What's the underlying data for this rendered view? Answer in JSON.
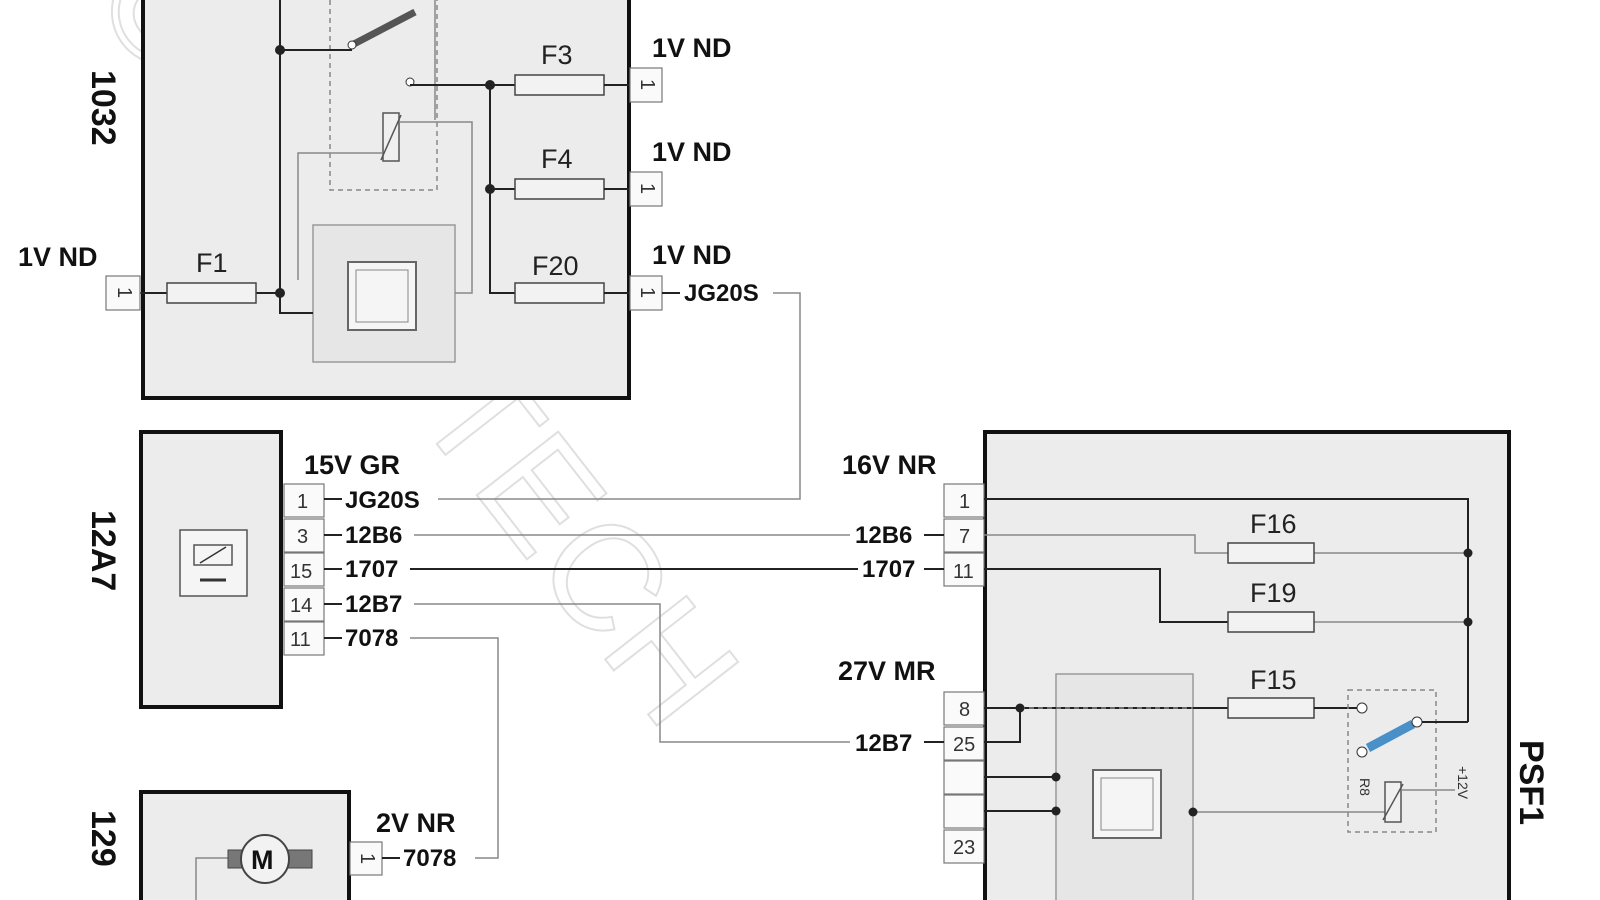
{
  "modules": {
    "m1032": "1032",
    "m12A7": "12A7",
    "m129": "129",
    "psf1": "PSF1"
  },
  "connectors": {
    "c1v_left": "1V ND",
    "c1v_f3": "1V ND",
    "c1v_f4": "1V ND",
    "c1v_f20": "1V ND",
    "c15v": "15V GR",
    "c16v": "16V NR",
    "c27v": "27V MR",
    "c2v": "2V NR"
  },
  "fuses": {
    "f1": "F1",
    "f3": "F3",
    "f4": "F4",
    "f20": "F20",
    "f16": "F16",
    "f19": "F19",
    "f15": "F15"
  },
  "wires": {
    "jg20s_top": "JG20S",
    "jg20s_12a7": "JG20S",
    "w12b6_left": "12B6",
    "w1707_left": "1707",
    "w12b7_left": "12B7",
    "w7078_left": "7078",
    "w7078_129": "7078",
    "w12b6_right": "12B6",
    "w1707_right": "1707",
    "w12b7_right": "12B7"
  },
  "pins": {
    "p1032_in": "1",
    "p1032_f3": "1",
    "p1032_f4": "1",
    "p1032_f20": "1",
    "p12a7_1": "1",
    "p12a7_3": "3",
    "p12a7_15": "15",
    "p12a7_14": "14",
    "p12a7_11": "11",
    "p129_1": "1",
    "psf_1": "1",
    "psf_7": "7",
    "psf_11": "11",
    "psf_8": "8",
    "psf_25": "25",
    "psf_23": "23"
  },
  "relay": {
    "label": "R8",
    "voltage": "+12V"
  },
  "motor": {
    "symbol": "M"
  },
  "watermark": "©AUTOTECH"
}
